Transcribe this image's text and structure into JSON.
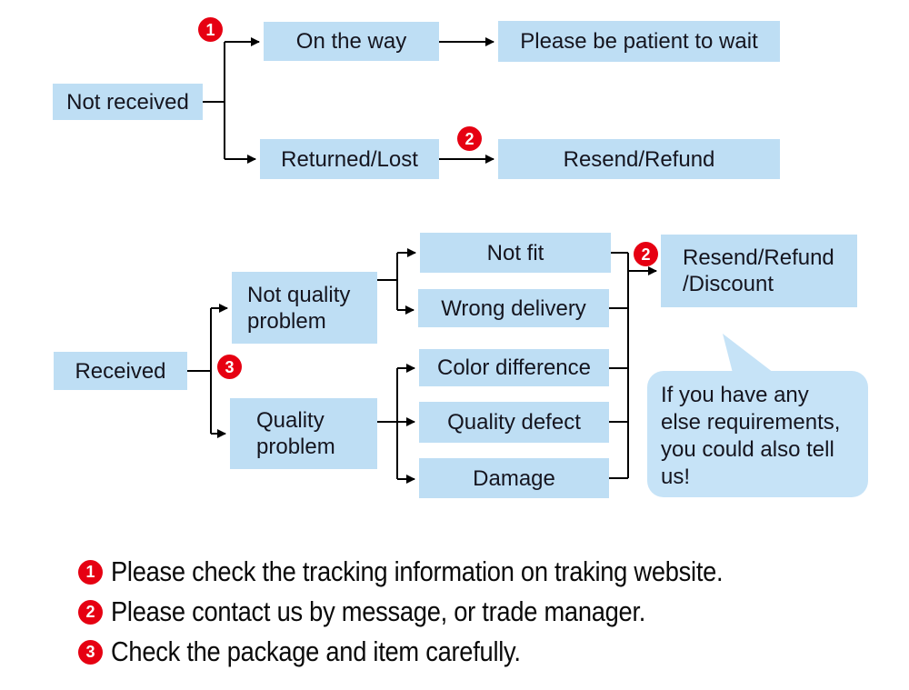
{
  "palette": {
    "box-fill": "#bedef4",
    "bubble-fill": "#c6e3f7",
    "marker-red": "#e60012",
    "text-dark": "#15151f",
    "line": "#000000",
    "legend-text": "#0a0a0a",
    "page-bg": "#ffffff"
  },
  "markers": {
    "m1": "1",
    "m2": "2",
    "m3": "3"
  },
  "nodes": {
    "not_received": "Not received",
    "on_the_way": "On the way",
    "please_wait": "Please be patient to wait",
    "returned_lost": "Returned/Lost",
    "resend_refund": "Resend/Refund",
    "received": "Received",
    "not_quality_problem": "Not quality\nproblem",
    "quality_problem": "Quality\nproblem",
    "not_fit": "Not fit",
    "wrong_delivery": "Wrong delivery",
    "color_difference": "Color difference",
    "quality_defect": "Quality defect",
    "damage": "Damage",
    "resend_refund_discount": "Resend/Refund\n/Discount",
    "bubble": "If you have any\nelse requirements,\nyou could also tell\nus!"
  },
  "legend": [
    {
      "num": "1",
      "text": "Please check the tracking information on traking website."
    },
    {
      "num": "2",
      "text": "Please contact us by message, or trade manager."
    },
    {
      "num": "3",
      "text": "Check the package and item carefully."
    }
  ]
}
